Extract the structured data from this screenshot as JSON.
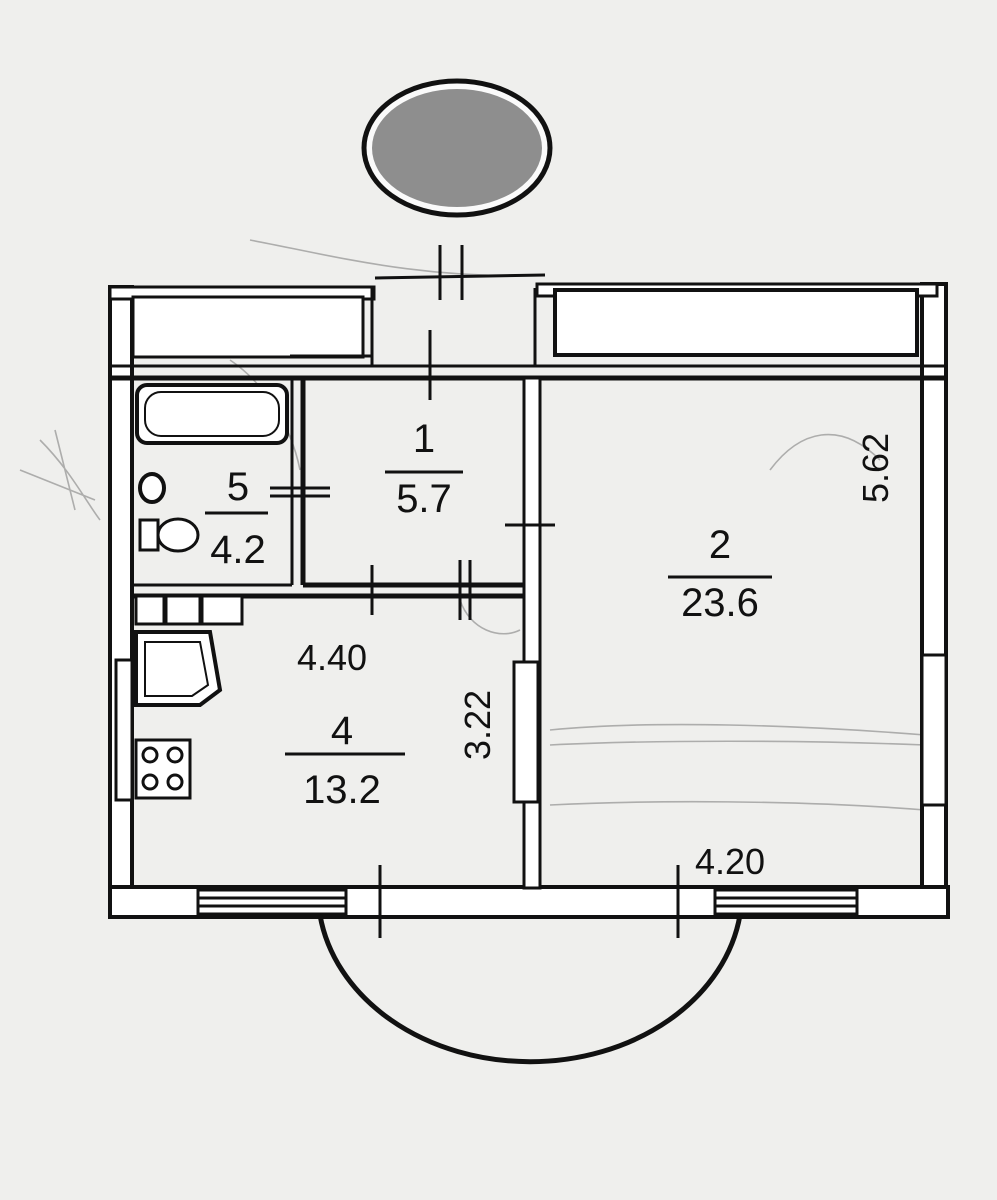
{
  "rooms": [
    {
      "id": "1",
      "number": "1",
      "area": "5.7"
    },
    {
      "id": "2",
      "number": "2",
      "area": "23.6"
    },
    {
      "id": "4",
      "number": "4",
      "area": "13.2"
    },
    {
      "id": "5",
      "number": "5",
      "area": "4.2"
    }
  ],
  "dimensions": {
    "room2_depth": "5.62",
    "room2_width": "4.20",
    "room4_width": "4.40",
    "room4_depth": "3.22"
  },
  "colors": {
    "paper": "#efefed",
    "ink": "#111111",
    "redaction": "#8e8e8e",
    "pencil": "#777777"
  }
}
